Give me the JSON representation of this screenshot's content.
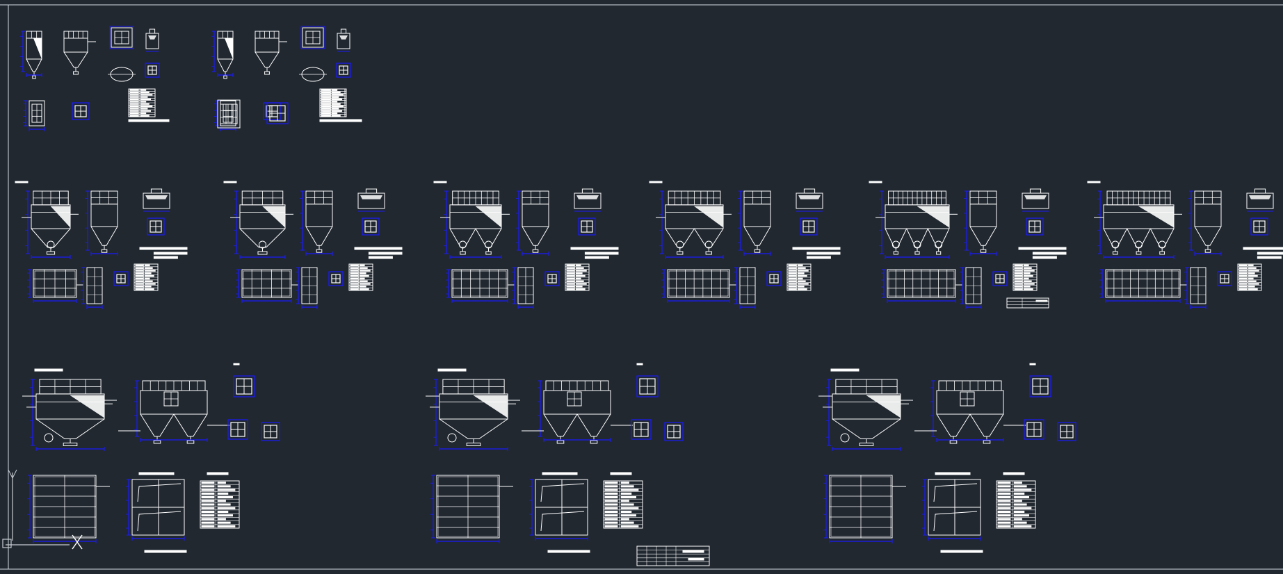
{
  "app": {
    "type": "cad-model-space",
    "colors": {
      "background": "#212830",
      "outline": "#ffffff",
      "dimension": "#1a1aff",
      "frame": "#d8dde3",
      "ucs": "#c8ccd2"
    }
  },
  "drawing": {
    "top_group_count": 2,
    "middle_group_count": 6,
    "bottom_group_count": 3,
    "ucs_icon": "ucs-axis-icon"
  }
}
